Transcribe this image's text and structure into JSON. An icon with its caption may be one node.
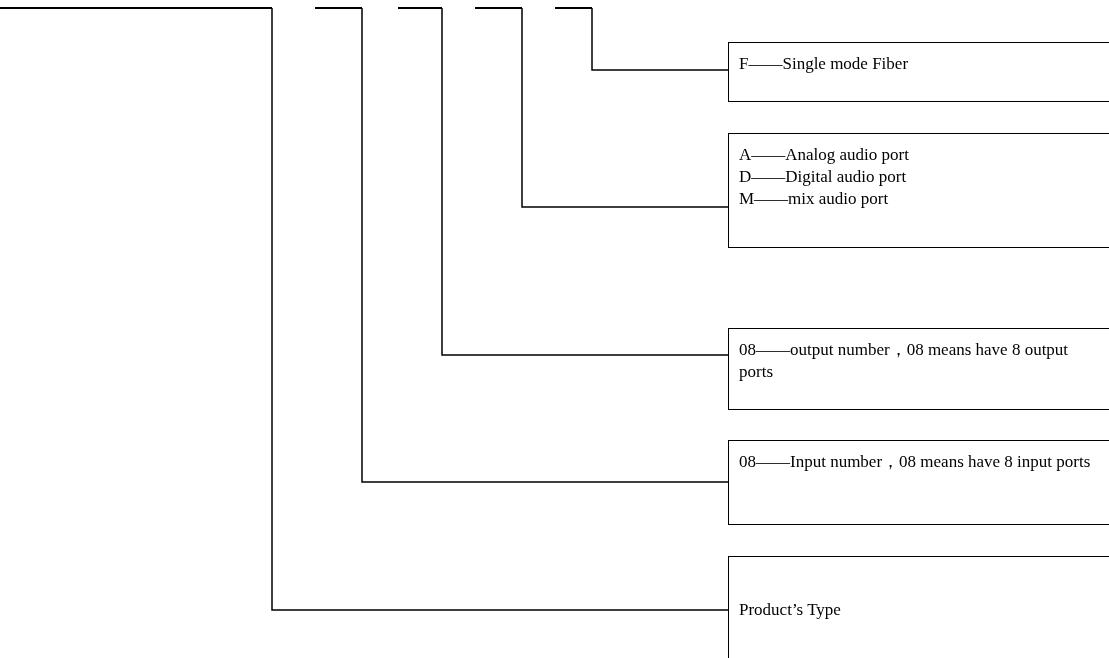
{
  "diagram": {
    "nodes": [
      {
        "text": [],
        "shape": "bar"
      },
      {
        "text": [],
        "shape": "bar"
      },
      {
        "text": [],
        "shape": "bar"
      },
      {
        "text": [],
        "shape": "bar"
      },
      {
        "text": [],
        "shape": "bar"
      },
      {
        "text": [
          "F——Single mode Fiber"
        ]
      },
      {
        "text": [
          "A——Analog audio port",
          "D——Digital audio port",
          "M——mix audio port"
        ]
      },
      {
        "text": [
          "08——output number，08 means have 8 output ports"
        ]
      },
      {
        "text": [
          "08——Input number，08 means have 8 input ports"
        ]
      },
      {
        "text": [
          "Product’s Type"
        ]
      }
    ],
    "edges": [
      {
        "from": 4,
        "to": 5,
        "arrow": "none"
      },
      {
        "from": 3,
        "to": 6,
        "arrow": "none"
      },
      {
        "from": 2,
        "to": 7,
        "arrow": "none"
      },
      {
        "from": 1,
        "to": 8,
        "arrow": "none"
      },
      {
        "from": 0,
        "to": 9,
        "arrow": "none"
      }
    ]
  }
}
